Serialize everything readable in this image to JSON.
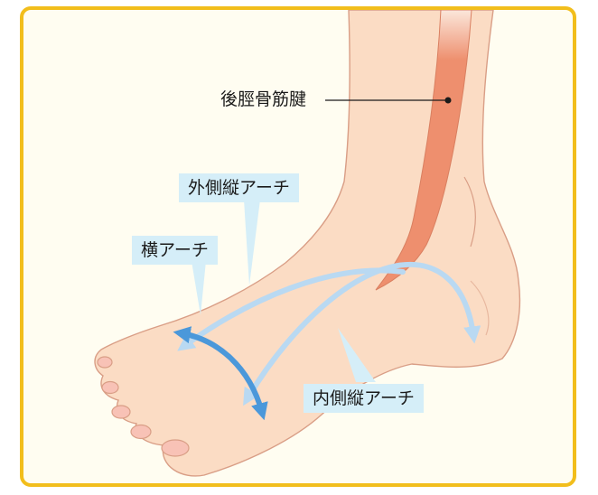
{
  "labels": {
    "tendon": "後脛骨筋腱",
    "lateral_arch": "外側縦アーチ",
    "transverse_arch": "横アーチ",
    "medial_arch": "内側縦アーチ"
  },
  "colors": {
    "frame_border": "#f2be1c",
    "background": "#fffdf1",
    "skin": "#fbdcc4",
    "skin_outline": "#d99e86",
    "tendon": "#ee8f6e",
    "label_bg": "#d5eef8",
    "arch_arrow_light": "#b9d9f2",
    "arch_arrow_dark": "#4b98da"
  }
}
